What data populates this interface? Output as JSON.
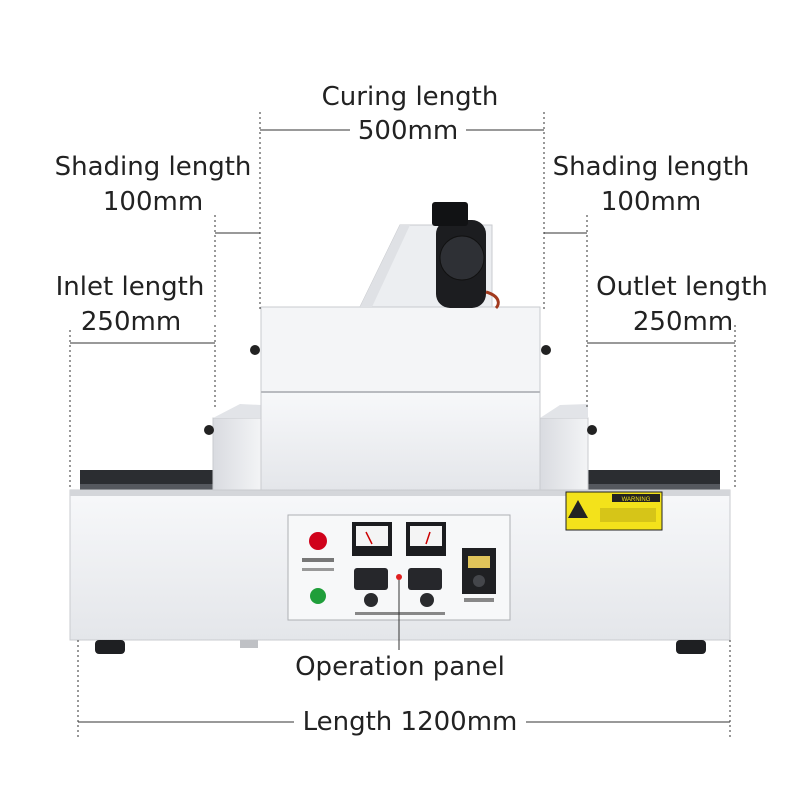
{
  "dimensions": {
    "curing": {
      "label": "Curing length",
      "value": "500mm"
    },
    "shading_left": {
      "label": "Shading length",
      "value": "100mm"
    },
    "shading_right": {
      "label": "Shading length",
      "value": "100mm"
    },
    "inlet": {
      "label": "Inlet length",
      "value": "250mm"
    },
    "outlet": {
      "label": "Outlet length",
      "value": "250mm"
    },
    "total": {
      "label": "Length 1200mm"
    }
  },
  "callouts": {
    "operation_panel": "Operation panel"
  },
  "machine": {
    "warning_label": "WARNING",
    "body_color": "#f1f2f4",
    "shadow_color": "#c9cbcf",
    "belt_color": "#2b2d31",
    "indicator_red": "#d0021b",
    "indicator_green": "#1f9e3a",
    "warning_yellow": "#f3e21b"
  }
}
